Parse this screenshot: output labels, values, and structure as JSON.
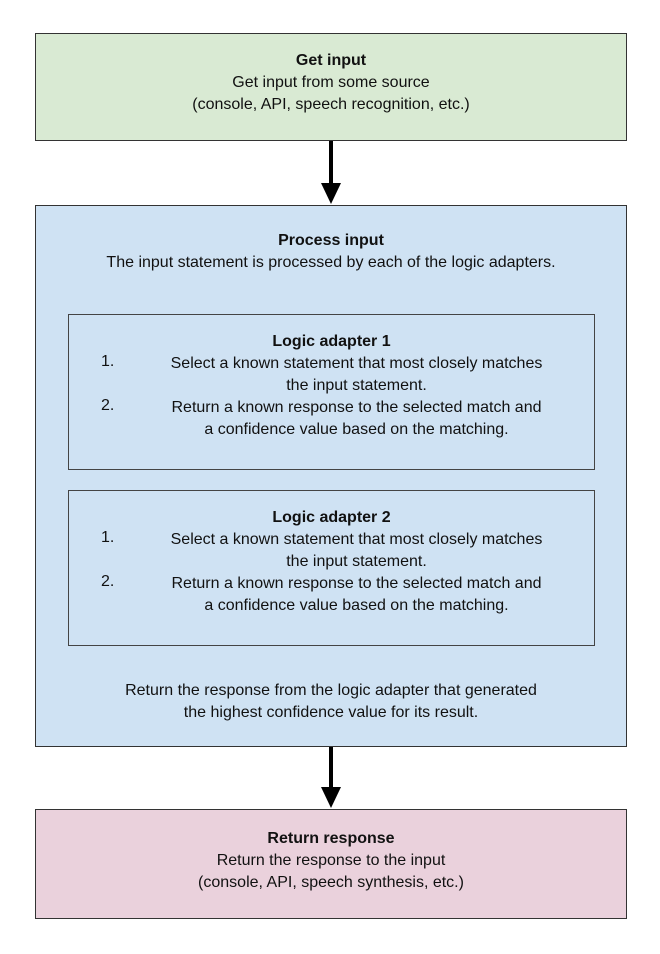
{
  "get_input": {
    "title": "Get input",
    "lines": [
      "Get input from some source",
      "(console, API, speech recognition, etc.)"
    ]
  },
  "process_input": {
    "title": "Process input",
    "subtitle": "The input statement is processed by each of the logic adapters.",
    "adapters": [
      {
        "title": "Logic adapter 1",
        "steps": [
          {
            "num": "1.",
            "lines": [
              "Select a known statement that most closely matches",
              "the input statement."
            ]
          },
          {
            "num": "2.",
            "lines": [
              "Return a known response to the selected match and",
              "a confidence value based on the matching."
            ]
          }
        ]
      },
      {
        "title": "Logic adapter 2",
        "steps": [
          {
            "num": "1.",
            "lines": [
              "Select a known statement that most closely matches",
              "the input statement."
            ]
          },
          {
            "num": "2.",
            "lines": [
              "Return a known response to the selected match and",
              "a confidence value based on the matching."
            ]
          }
        ]
      }
    ],
    "footer_lines": [
      "Return the response from the logic adapter that generated",
      "the highest confidence value for its result."
    ]
  },
  "return_response": {
    "title": "Return response",
    "lines": [
      "Return the response to the input",
      "(console, API, speech synthesis, etc.)"
    ]
  },
  "colors": {
    "get_input_fill": "#d9ead3",
    "process_input_fill": "#cfe2f3",
    "return_response_fill": "#ead1dc"
  }
}
